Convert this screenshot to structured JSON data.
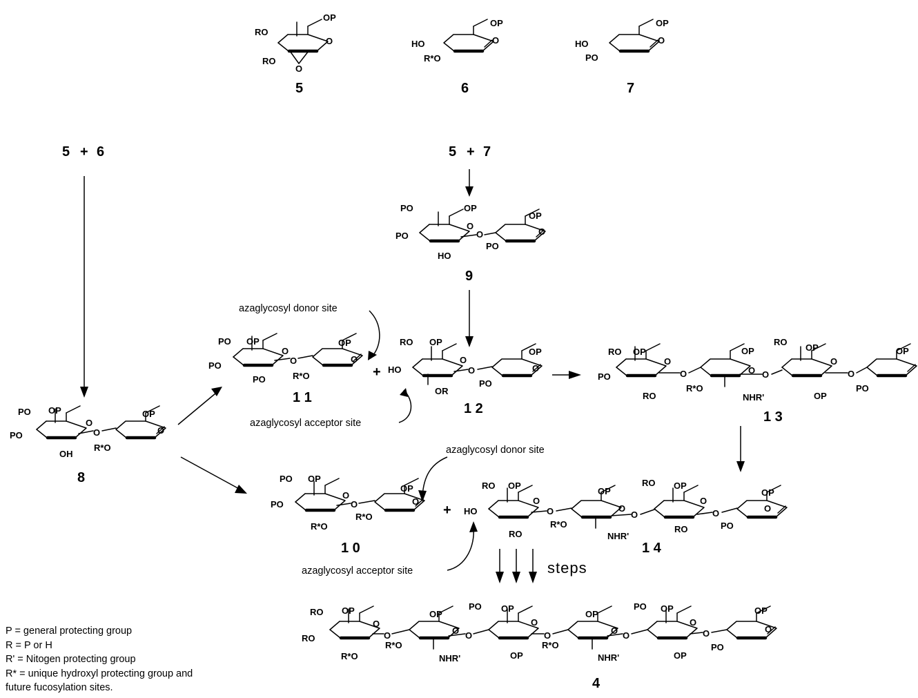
{
  "atoms": {
    "OP": "OP",
    "PO": "PO",
    "RO": "RO",
    "HO": "HO",
    "OH": "OH",
    "O": "O",
    "Rstar_O": "R*O",
    "OR": "OR",
    "NHR": "NHR'"
  },
  "compounds": {
    "c4": "4",
    "c5": "5",
    "c6": "6",
    "c7": "7",
    "c8": "8",
    "c9": "9",
    "c10": "1 0",
    "c11": "1 1",
    "c12": "1 2",
    "c13": "1 3",
    "c14": "1 4"
  },
  "combinations": {
    "five": "5",
    "six": "6",
    "seven": "7",
    "plus": "+"
  },
  "annotations": {
    "donor_site": "azaglycosyl donor site",
    "acceptor_site": "azaglycosyl acceptor site",
    "steps": "steps"
  },
  "legend": [
    "P = general protecting group",
    "R = P or H",
    "R' = Nitogen protecting group",
    "R* = unique hydroxyl protecting group and",
    "future fucosylation sites."
  ]
}
